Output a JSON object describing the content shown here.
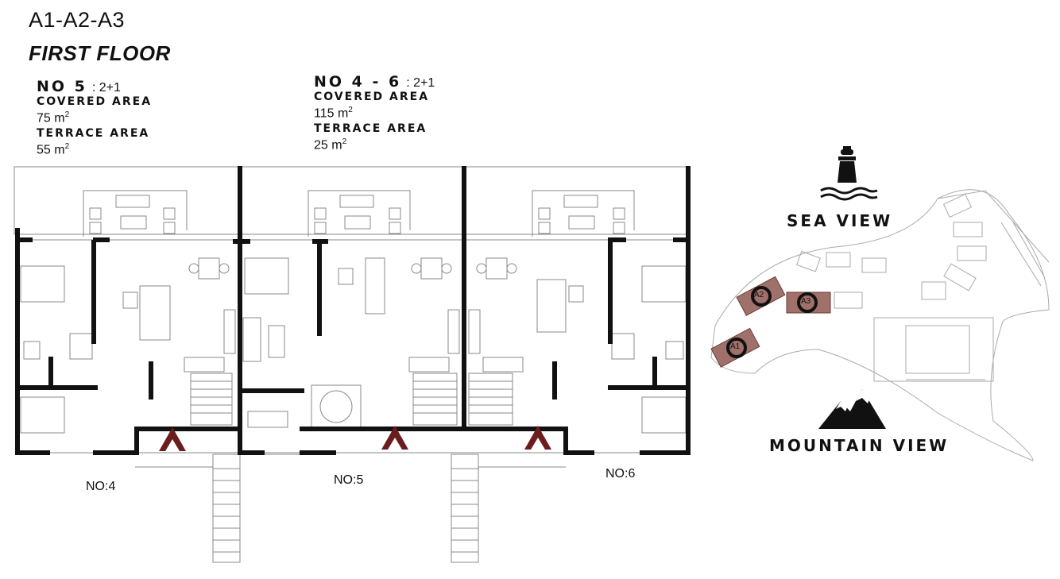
{
  "header": {
    "block": "A1-A2-A3",
    "floor": "FIRST FLOOR"
  },
  "units_info": [
    {
      "name": "NO 5",
      "type": ": 2+1",
      "covered_label": "COVERED AREA",
      "covered_value": "75 m",
      "terrace_label": "TERRACE AREA",
      "terrace_value": "55 m",
      "unit_sup": "2"
    },
    {
      "name": "NO 4 - 6",
      "type": ": 2+1",
      "covered_label": "COVERED AREA",
      "covered_value": "115 m",
      "terrace_label": "TERRACE AREA",
      "terrace_value": "25 m",
      "unit_sup": "2"
    }
  ],
  "plan_labels": {
    "no4": "NO:4",
    "no5": "NO:5",
    "no6": "NO:6"
  },
  "site_map": {
    "sea_view": "SEA VIEW",
    "mountain_view": "MOUNTAIN VIEW",
    "markers": [
      "A2",
      "A3",
      "A1"
    ],
    "highlight_color": "#a0706a"
  },
  "colors": {
    "entrance_arrow": "#6b1d1d",
    "wall": "#111111"
  },
  "icons": [
    "lighthouse-icon",
    "mountain-icon",
    "entrance-arrow-icon"
  ]
}
